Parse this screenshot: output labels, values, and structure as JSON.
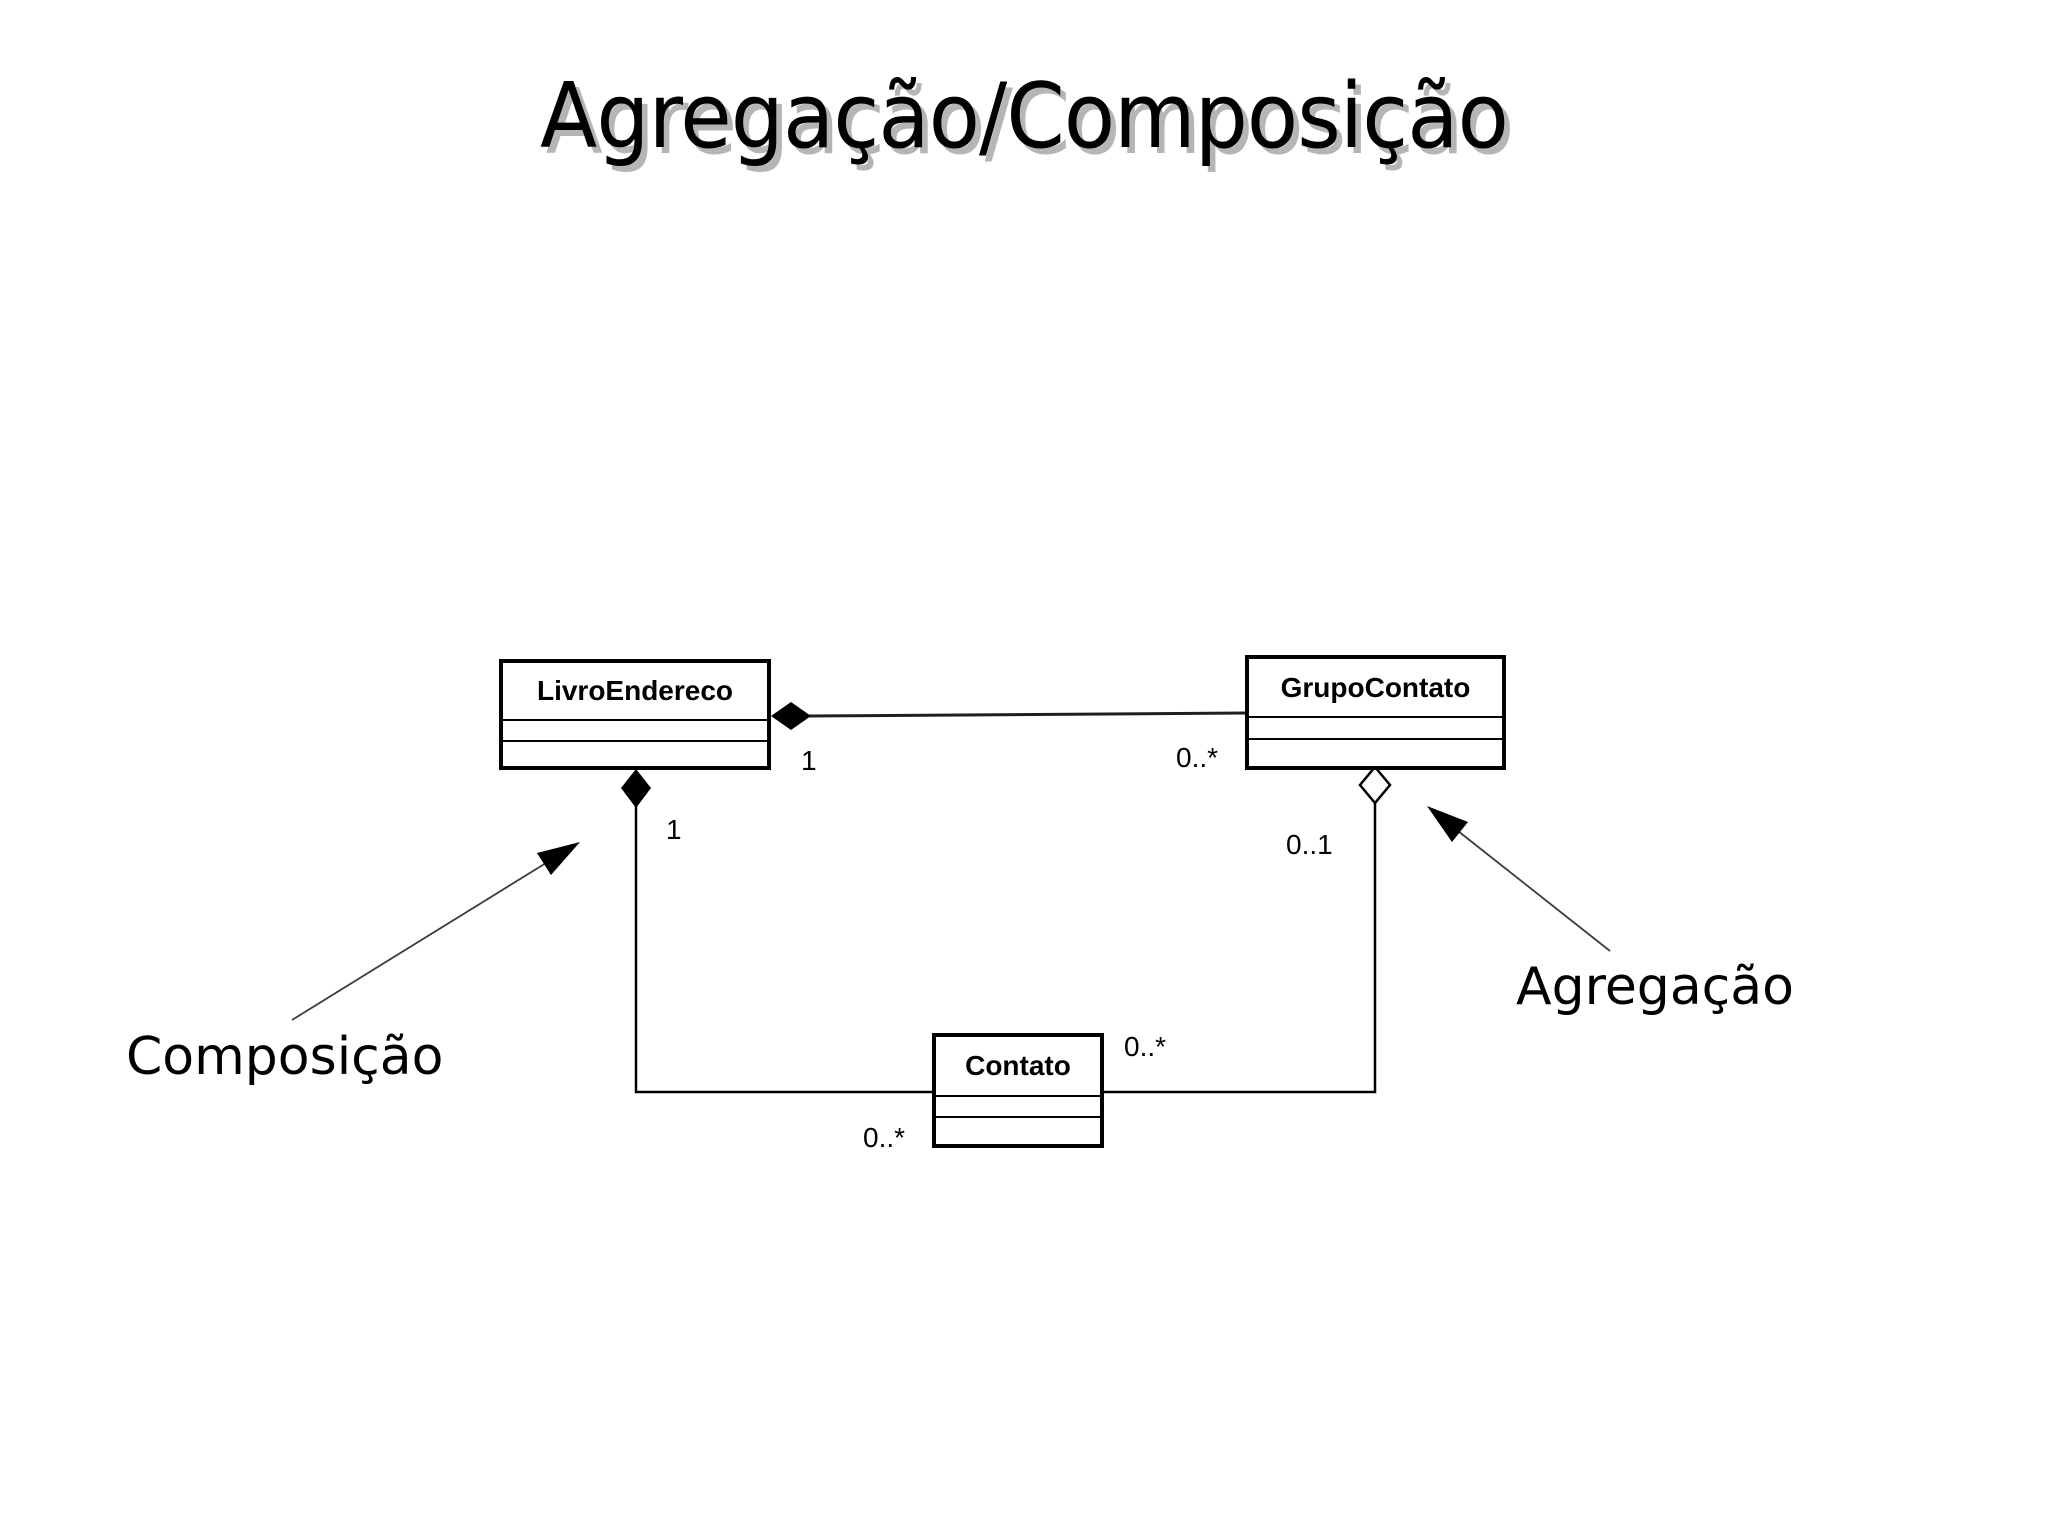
{
  "slide": {
    "title": "Agregação/Composição"
  },
  "diagram": {
    "classes": [
      {
        "name": "LivroEndereco"
      },
      {
        "name": "GrupoContato"
      },
      {
        "name": "Contato"
      }
    ],
    "relationships": [
      {
        "type": "composition",
        "from": "LivroEndereco",
        "to": "GrupoContato",
        "from_multiplicity": "1",
        "to_multiplicity": "0..*"
      },
      {
        "type": "composition",
        "from": "LivroEndereco",
        "to": "Contato",
        "from_multiplicity": "1",
        "to_multiplicity": "0..*"
      },
      {
        "type": "aggregation",
        "from": "GrupoContato",
        "to": "Contato",
        "from_multiplicity": "0..1",
        "to_multiplicity": "0..*"
      }
    ],
    "multiplicities": {
      "livro_assoc": "1",
      "grupo_assoc": "0..*",
      "livro_comp": "1",
      "grupo_aggr": "0..1",
      "contato_right": "0..*",
      "contato_left": "0..*"
    },
    "annotations": {
      "composition_label": "Composição",
      "aggregation_label": "Agregação"
    },
    "icons": {
      "composition_diamond": "filled-diamond",
      "aggregation_diamond": "open-diamond",
      "annotation_arrow": "filled-arrowhead"
    },
    "colors": {
      "foreground": "#000000",
      "background": "#ffffff",
      "title_shadow": "#b5b5b5"
    }
  }
}
